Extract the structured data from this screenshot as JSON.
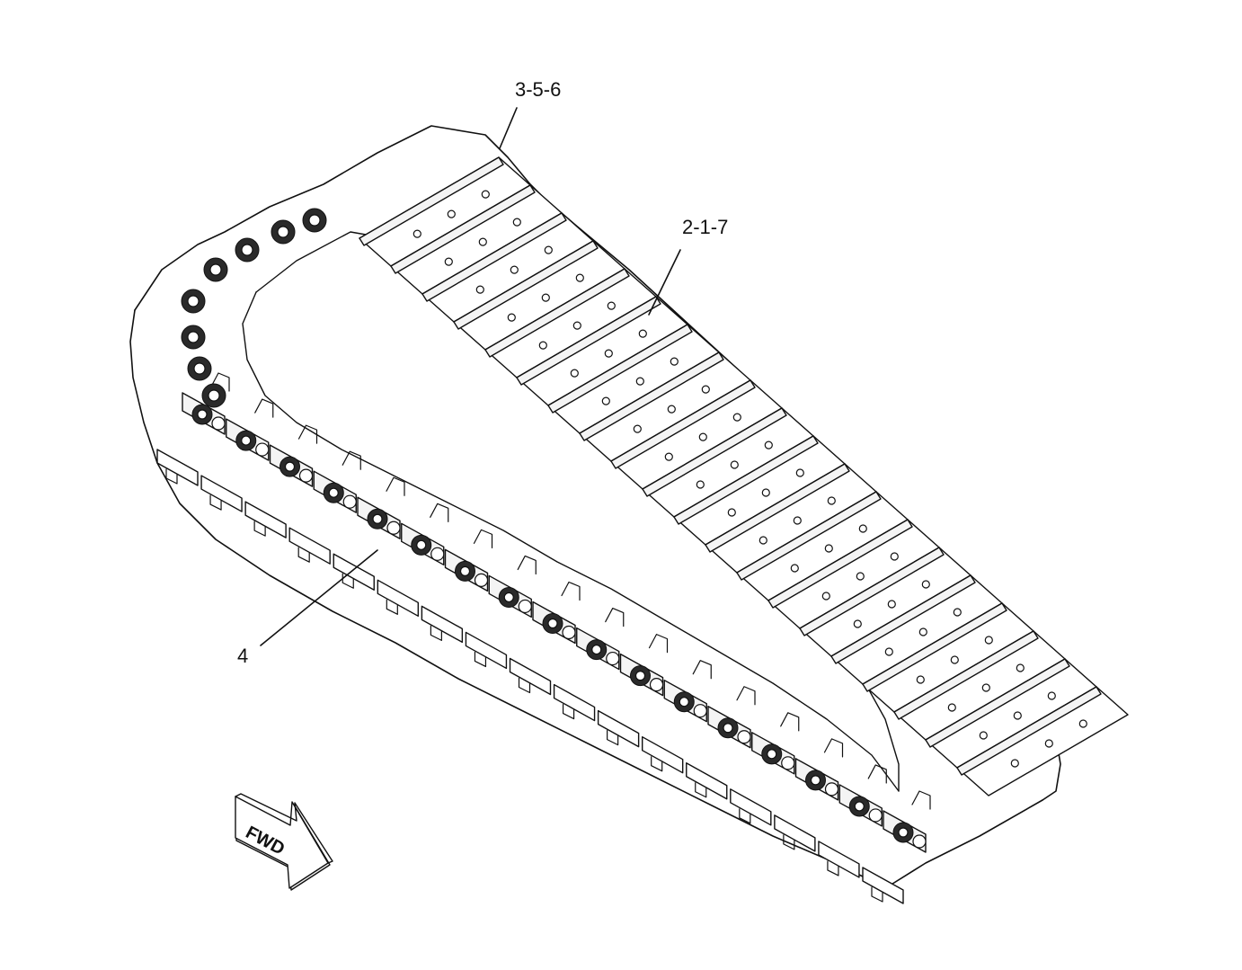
{
  "diagram": {
    "callouts": [
      {
        "id": "callout-3-5-6",
        "text": "3-5-6"
      },
      {
        "id": "callout-2-1-7",
        "text": "2-1-7"
      },
      {
        "id": "callout-4",
        "text": "4"
      }
    ],
    "direction_arrow": {
      "label": "FWD",
      "icon": "forward-arrow-icon"
    },
    "colors": {
      "line": "#111111",
      "background": "#ffffff"
    }
  }
}
